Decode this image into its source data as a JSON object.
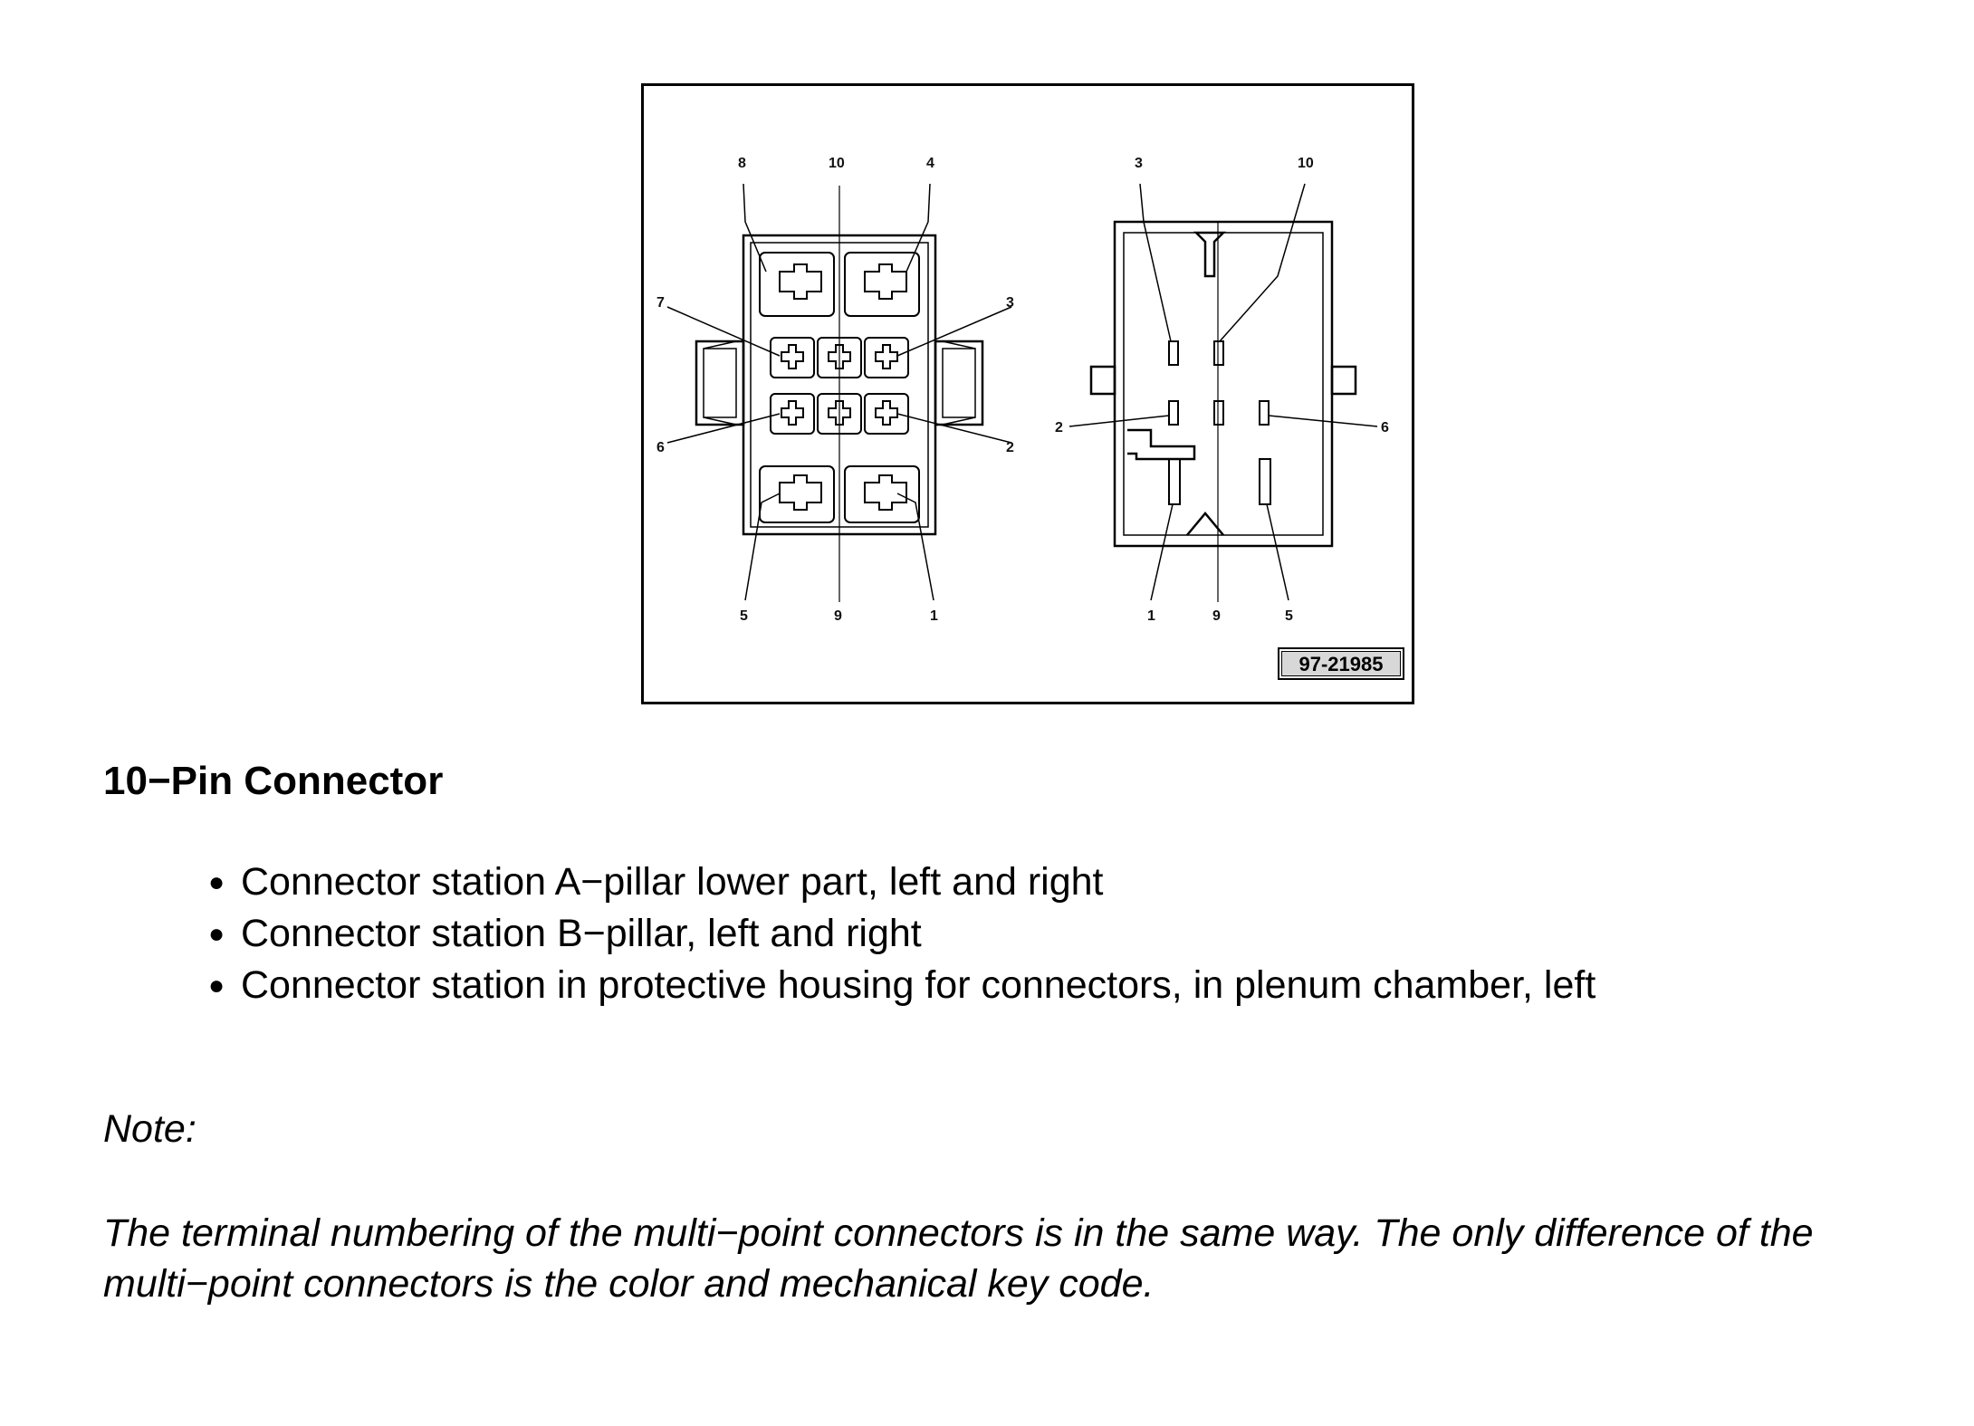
{
  "figure": {
    "code": "97-21985",
    "left_connector_labels": {
      "top": [
        "8",
        "10",
        "4"
      ],
      "right": [
        "3",
        "2"
      ],
      "left": [
        "7",
        "6"
      ],
      "bottom": [
        "5",
        "9",
        "1"
      ]
    },
    "right_connector_labels": {
      "top": [
        "3",
        "10"
      ],
      "left": [
        "2"
      ],
      "right": [
        "6"
      ],
      "bottom": [
        "1",
        "9",
        "5"
      ]
    }
  },
  "title": "10−Pin Connector",
  "bullets": [
    "Connector station A−pillar lower part, left and right",
    "Connector station B−pillar, left and right",
    "Connector station in protective housing for connectors, in plenum chamber, left"
  ],
  "note_label": "Note:",
  "note_text": "The terminal numbering of the multi−point connectors is in the same way. The only difference of the\nmulti−point connectors is the color and mechanical key code."
}
